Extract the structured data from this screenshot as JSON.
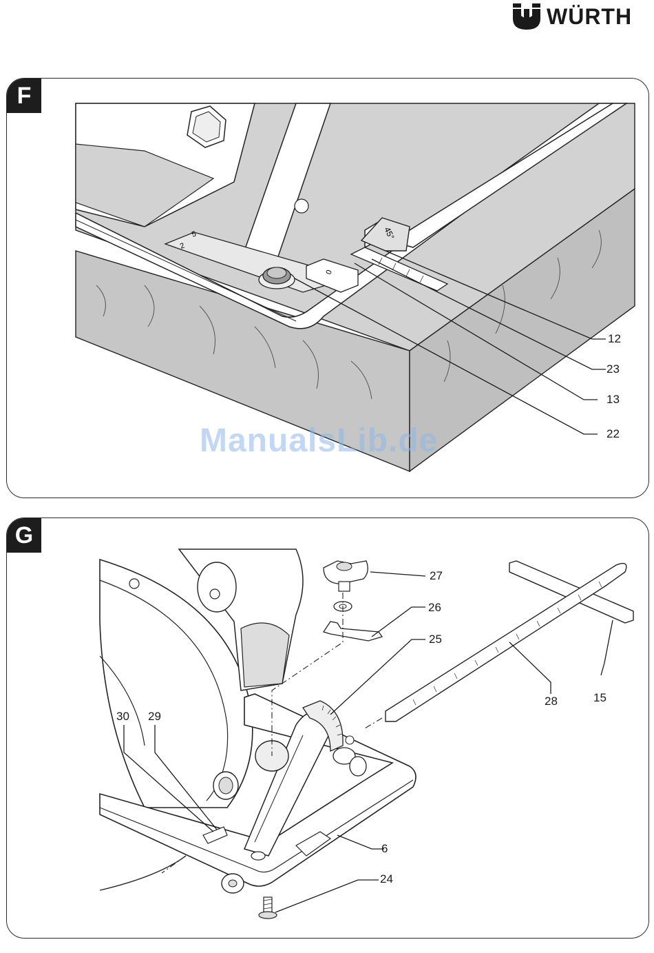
{
  "brand": {
    "name": "WÜRTH"
  },
  "watermark": "ManualsLib.de",
  "panels": [
    {
      "letter": "F",
      "callouts": [
        "12",
        "23",
        "13",
        "22"
      ],
      "scale_labels": [
        "0",
        "2",
        "5",
        "45°"
      ]
    },
    {
      "letter": "G",
      "callouts": [
        "27",
        "26",
        "25",
        "28",
        "15",
        "30",
        "29",
        "6",
        "24"
      ]
    }
  ]
}
